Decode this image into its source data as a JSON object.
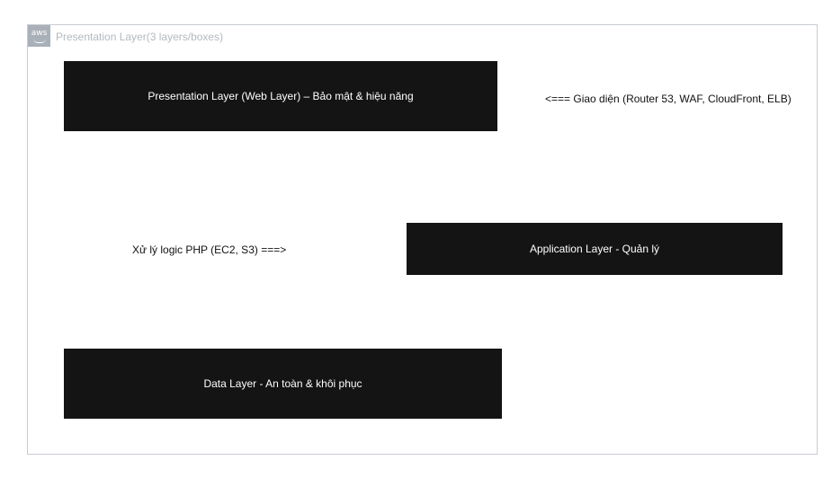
{
  "group": {
    "title": "Presentation Layer(3 layers/boxes)",
    "icon_text": "aws",
    "icon": "aws-logo-icon",
    "border_color": "#c8ccd1"
  },
  "layers": {
    "presentation": {
      "label": "Presentation Layer (Web Layer) – Bảo mật & hiệu năng",
      "note": "<===  Giao diện (Router 53, WAF, CloudFront, ELB)"
    },
    "application": {
      "label": "Application Layer  - Quản lý",
      "note": "Xử lý logic PHP (EC2, S3) ===>"
    },
    "data": {
      "label": "Data Layer  - An toàn & khôi phục"
    }
  },
  "colors": {
    "box_fill": "#141414",
    "box_text": "#ffffff",
    "note_text": "#111111"
  }
}
